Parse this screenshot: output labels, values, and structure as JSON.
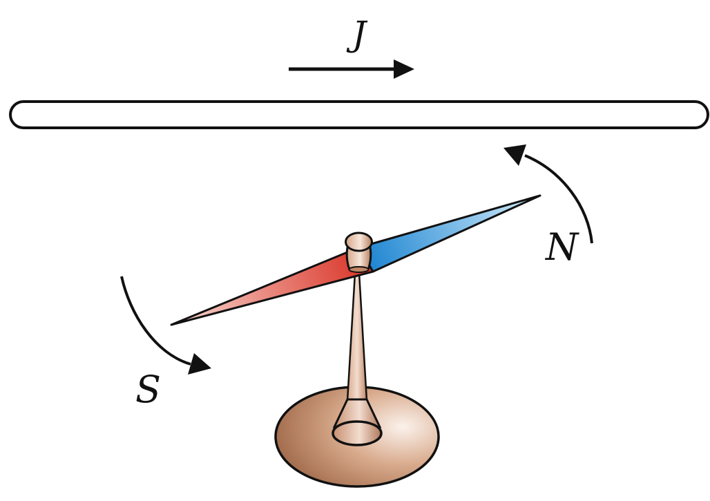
{
  "labels": {
    "current": "J",
    "north": "N",
    "south": "S"
  },
  "colors": {
    "stroke": "#111111",
    "wire_fill": "#ffffff",
    "needle_north": "#2b95dd",
    "needle_north_light": "#bfe3fa",
    "needle_south": "#e23b2e",
    "needle_south_light": "#f7d4cc",
    "stand": "#c89577",
    "stand_light": "#f6e4d8",
    "stand_dark": "#8a5a3f"
  },
  "icons": {
    "current_direction": "arrow-right-icon",
    "north_rotation": "curved-arrow-icon",
    "south_rotation": "curved-arrow-icon"
  }
}
